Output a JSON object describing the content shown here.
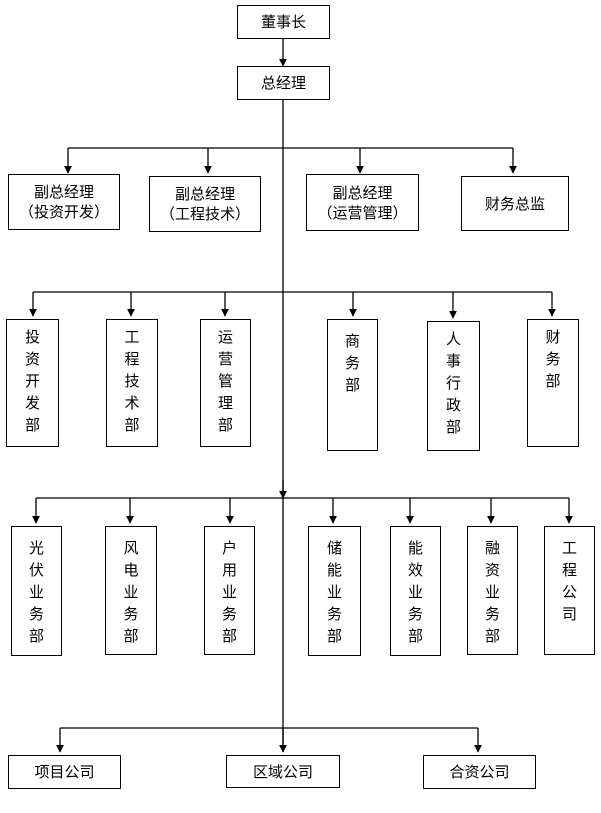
{
  "chairman": "董事长",
  "gm": "总经理",
  "vps": [
    {
      "line1": "副总经理",
      "line2": "（投资开发）"
    },
    {
      "line1": "副总经理",
      "line2": "（工程技术）"
    },
    {
      "line1": "副总经理",
      "line2": "（运营管理）"
    },
    {
      "line1": "财务总监"
    }
  ],
  "departments": [
    "投资开发部",
    "工程技术部",
    "运营管理部",
    "商务部",
    "人事行政部",
    "财务部"
  ],
  "business_units": [
    "光伏业务部",
    "风电业务部",
    "户用业务部",
    "储能业务部",
    "能效业务部",
    "融资业务部",
    "工程公司"
  ],
  "companies": [
    "项目公司",
    "区域公司",
    "合资公司"
  ]
}
